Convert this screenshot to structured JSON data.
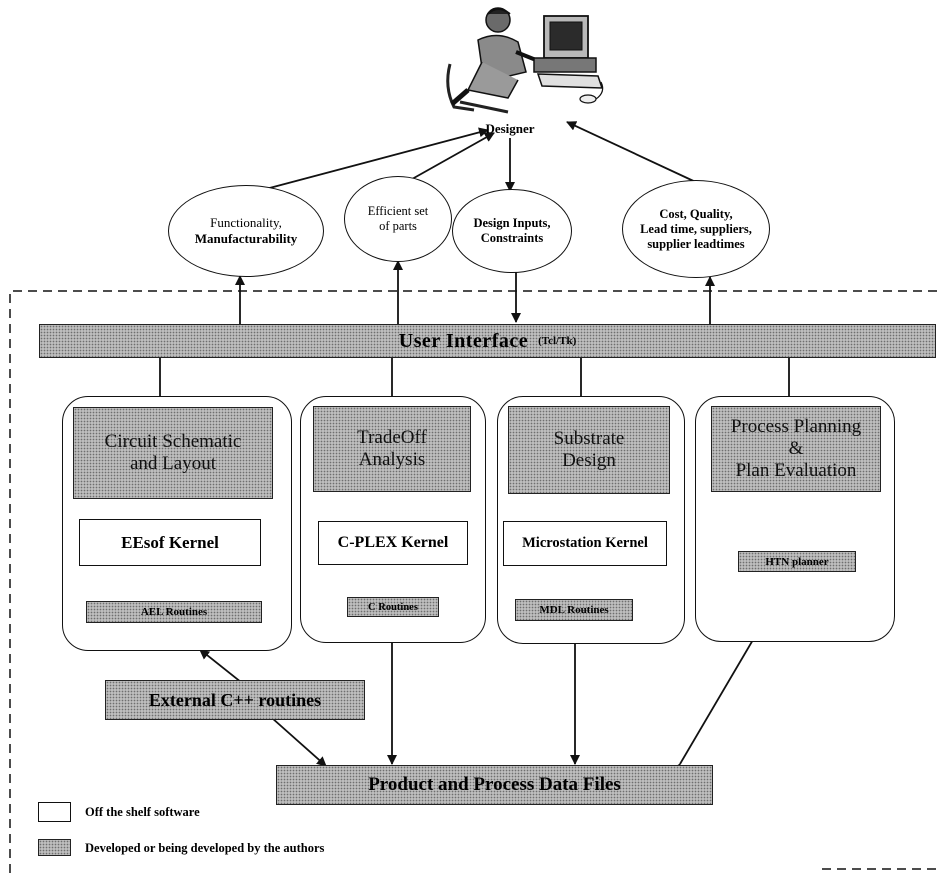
{
  "designer_label": "Designer",
  "ellipses": {
    "functionality": [
      "Functionality,",
      "Manufacturability"
    ],
    "efficient": [
      "Efficient set",
      "of parts"
    ],
    "design_inputs": [
      "Design Inputs,",
      "Constraints"
    ],
    "cost": [
      "Cost, Quality,",
      "Lead time, suppliers,",
      "supplier leadtimes"
    ]
  },
  "user_interface": {
    "label": "User Interface",
    "sub": "(Tcl/Tk)"
  },
  "modules": {
    "circuit": {
      "title": [
        "Circuit Schematic",
        "and Layout"
      ],
      "kernel": "EEsof Kernel",
      "routine": "AEL Routines"
    },
    "tradeoff": {
      "title": [
        "TradeOff",
        "Analysis"
      ],
      "kernel": "C-PLEX Kernel",
      "routine": "C Routines"
    },
    "substrate": {
      "title": [
        "Substrate",
        "Design"
      ],
      "kernel": "Microstation Kernel",
      "routine": "MDL Routines"
    },
    "process": {
      "title": [
        "Process Planning",
        "&",
        "Plan Evaluation"
      ],
      "routine": "HTN planner"
    }
  },
  "external": "External C++ routines",
  "data_files": "Product and Process Data Files",
  "legend": {
    "off_shelf": "Off the shelf software",
    "developed": "Developed or being developed by the authors"
  }
}
